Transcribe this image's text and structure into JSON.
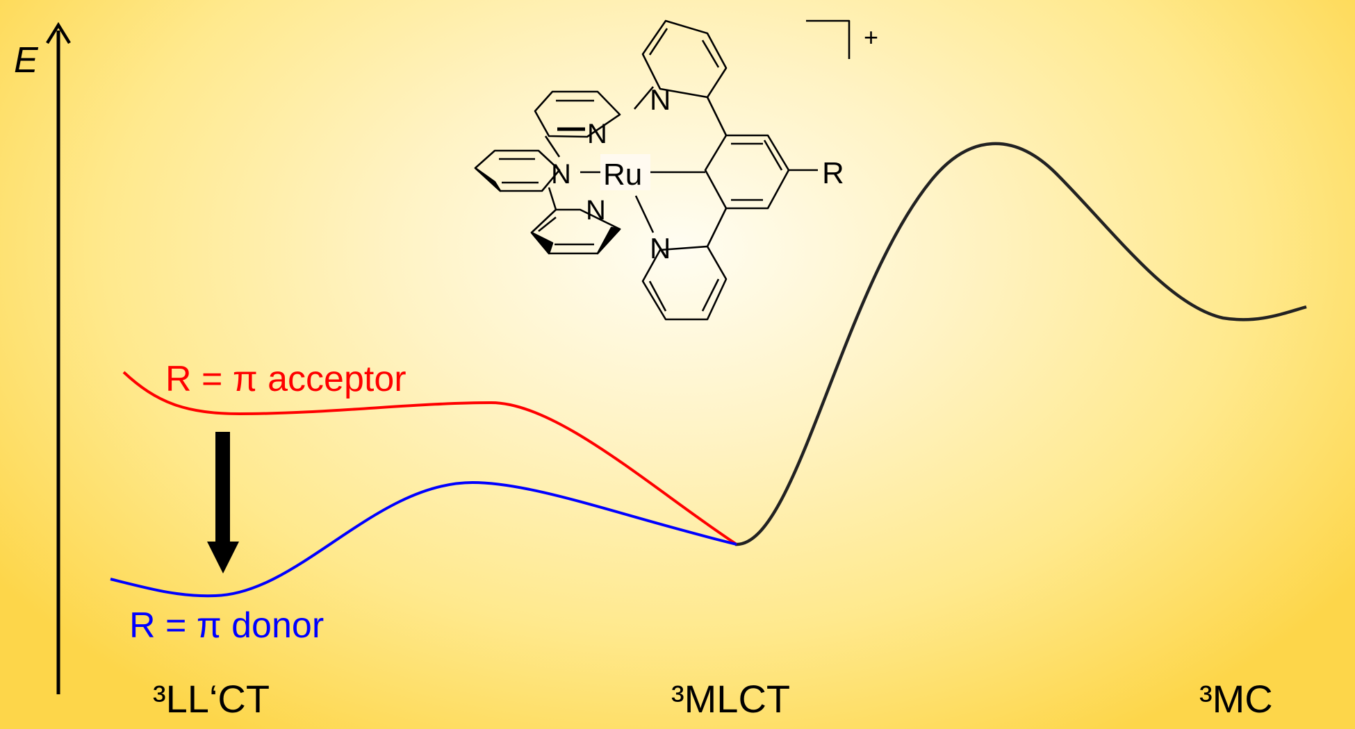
{
  "axis": {
    "label": "E"
  },
  "molecule": {
    "metal": "Ru",
    "nitrogen": "N",
    "substituent": "R",
    "charge": "+"
  },
  "curves": {
    "acceptor": {
      "label": "R = π acceptor",
      "color": "#ff0000"
    },
    "donor": {
      "label": "R = π donor",
      "color": "#0000ff"
    },
    "common": {
      "color": "#222222"
    }
  },
  "states": {
    "llct": "³LL‘CT",
    "mlct": "³MLCT",
    "mc": "³MC"
  },
  "colors": {
    "arrow": "#000000",
    "background_center": "#fffdf2",
    "background_edge": "#fdd64a"
  }
}
